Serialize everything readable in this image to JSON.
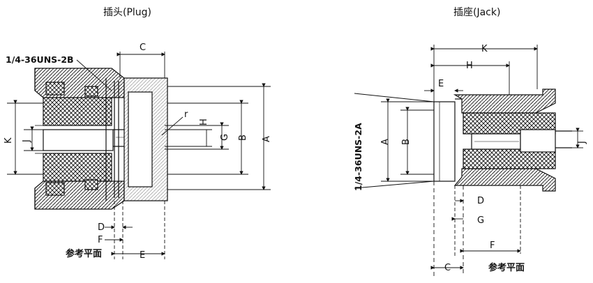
{
  "plug": {
    "title": "插头(Plug)",
    "thread": "1/4-36UNS-2B",
    "labels": {
      "A": "A",
      "B": "B",
      "C": "C",
      "D": "D",
      "E": "E",
      "F": "F",
      "G": "G",
      "H": "H",
      "J": "J",
      "K": "K",
      "r": "r"
    },
    "reference": "参考平面"
  },
  "jack": {
    "title": "插座(Jack)",
    "thread": "1/4-36UNS-2A",
    "labels": {
      "A": "A",
      "B": "B",
      "C": "C",
      "D": "D",
      "E": "E",
      "F": "F",
      "G": "G",
      "H": "H",
      "J": "J",
      "K": "K"
    },
    "reference": "参考平面"
  },
  "colors": {
    "ink": "#111111",
    "paper": "#ffffff"
  }
}
